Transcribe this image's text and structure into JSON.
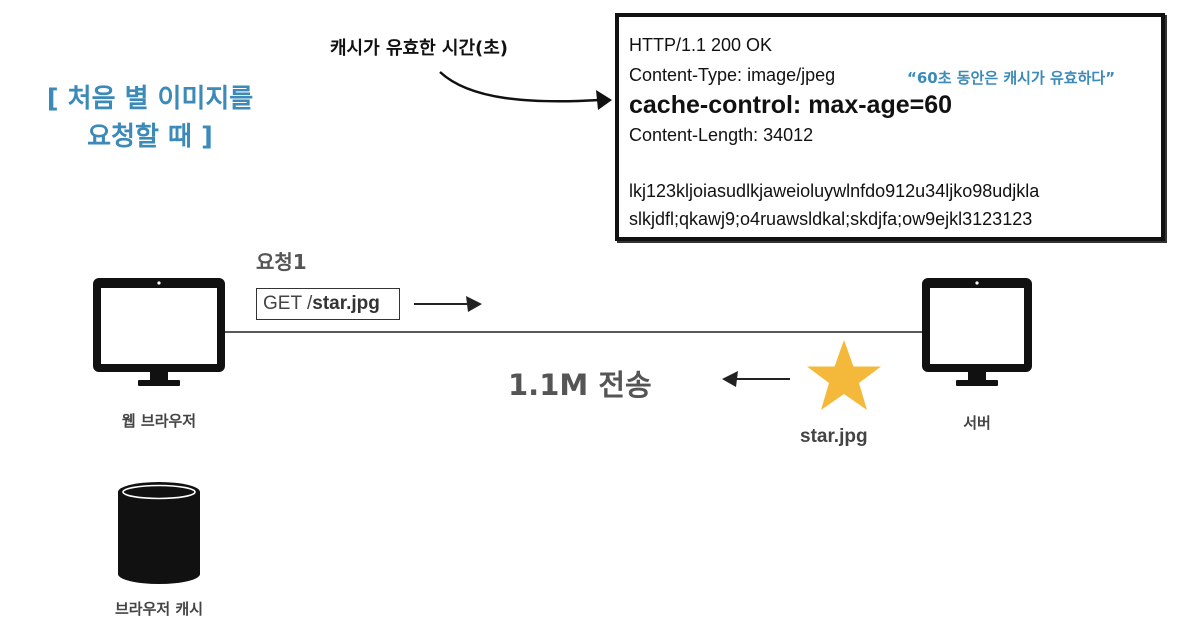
{
  "title": {
    "line1": "[ 처음 별 이미지를",
    "line2": "요청할 때 ]"
  },
  "cache_time_label": "캐시가 유효한 시간(초)",
  "response": {
    "status_line": "HTTP/1.1 200 OK",
    "content_type": "Content-Type: image/jpeg",
    "note": "“60초 동안은 캐시가 유효하다”",
    "cache_control": "cache-control: max-age=60",
    "content_length": "Content-Length: 34012",
    "body_line1": "lkj123kljoiasudlkjaweioluywlnfdo912u34ljko98udjkla",
    "body_line2": "slkjdfl;qkawj9;o4ruawsldkal;skdjfa;ow9ejkl3123123"
  },
  "request": {
    "label": "요청1",
    "method": "GET /",
    "path": "star.jpg"
  },
  "transfer_label": "1.1M 전송",
  "star_label": "star.jpg",
  "browser_label": "웹 브라우저",
  "server_label": "서버",
  "cache_label": "브라우저 캐시",
  "colors": {
    "accent": "#3b8ab8",
    "star": "#f4b93b",
    "ink": "#111111"
  }
}
